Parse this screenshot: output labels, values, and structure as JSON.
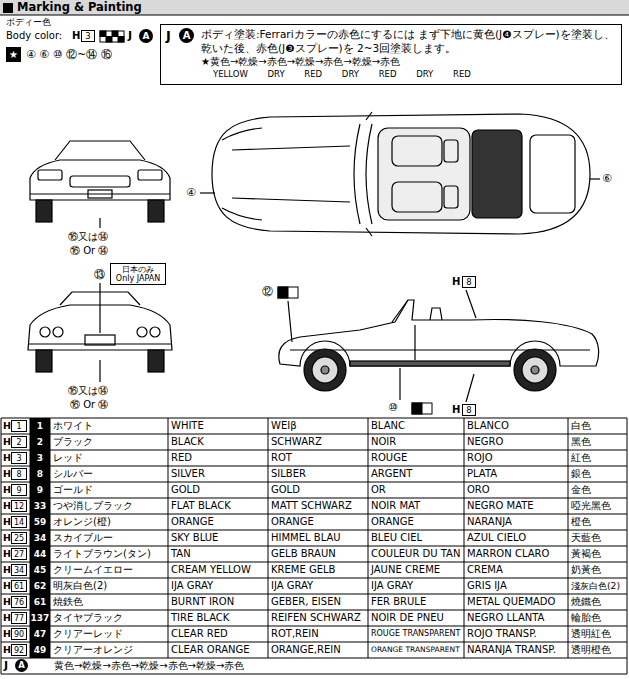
{
  "diagram": {
    "title": "Marking & Painting",
    "nodes": [
      {
        "text": [
          "J",
          "A",
          "ボディ塗装:Ferrariカラーの赤色にするには まず下地に黄色(J❹スプレー)を塗装し、乾いた後、赤色(J❸スプレー)を 2~3回塗装します。",
          "★黄色→乾燥→赤色→乾燥→赤色→乾燥→赤色",
          "YELLOW DRY RED DRY RED DRY RED"
        ]
      },
      {
        "text": [
          "日本のみ Only JAPAN"
        ]
      }
    ],
    "labels": [
      "ボディー色",
      "Body color:",
      "H",
      "3",
      "J",
      "A",
      "★",
      "④ ⑥ ⑩ ⑫~⑭ ⑯",
      "⑯又は⑭",
      "⑯ Or ⑭",
      "⑬",
      "⑯又は⑭",
      "⑯ Or ⑭",
      "④",
      "⑥",
      "⑫",
      "H",
      "8",
      "⑩",
      "H",
      "8",
      "H",
      "1",
      "1",
      "ホワイト",
      "WHITE",
      "WEIβ",
      "BLANC",
      "BLANCO",
      "白色",
      "H",
      "2",
      "2",
      "ブラック",
      "BLACK",
      "SCHWARZ",
      "NOIR",
      "NEGRO",
      "黑色",
      "H",
      "3",
      "3",
      "レッド",
      "RED",
      "ROT",
      "ROUGE",
      "ROJO",
      "紅色",
      "H",
      "8",
      "8",
      "シルバー",
      "SILVER",
      "SILBER",
      "ARGENT",
      "PLATA",
      "銀色",
      "H",
      "9",
      "9",
      "ゴールド",
      "GOLD",
      "GOLD",
      "OR",
      "ORO",
      "金色",
      "H",
      "12",
      "33",
      "つや消しブラック",
      "FLAT BLACK",
      "MATT SCHWARZ",
      "NOIR MAT",
      "NEGRO MATE",
      "啞光黑色",
      "H",
      "14",
      "59",
      "オレンジ(橙)",
      "ORANGE",
      "ORANGE",
      "ORANGE",
      "NARANJA",
      "橙色",
      "H",
      "25",
      "34",
      "スカイブルー",
      "SKY BLUE",
      "HIMMEL BLAU",
      "BLEU CIEL",
      "AZUL CIELO",
      "天藍色",
      "H",
      "27",
      "44",
      "ライトブラウン(タン)",
      "TAN",
      "GELB BRAUN",
      "COULEUR DU TAN",
      "MARRON CLARO",
      "黃褐色",
      "H",
      "34",
      "45",
      "クリームイエロー",
      "CREAM YELLOW",
      "KREME GELB",
      "JAUNE CREME",
      "CREMA",
      "奶黃色",
      "H",
      "61",
      "62",
      "明灰白色(2)",
      "IJA GRAY",
      "IJA GRAY",
      "IJA GRAY",
      "GRIS IJA",
      "淺灰白色(2)",
      "H",
      "76",
      "61",
      "焼鉄色",
      "BURNT IRON",
      "GEBER, EISEN",
      "FER BRULE",
      "METAL QUEMADO",
      "燒鐵色",
      "H",
      "77",
      "137",
      "タイヤブラック",
      "TIRE BLACK",
      "REIFEN SCHWARZ",
      "NOIR DE PNEU",
      "NEGRO LLANTA",
      "輪胎色",
      "H",
      "90",
      "47",
      "クリアーレッド",
      "CLEAR RED",
      "ROT,REIN",
      "ROUGE TRANSPARENT",
      "ROJO TRANSP.",
      "透明紅色",
      "H",
      "92",
      "49",
      "クリアーオレンジ",
      "CLEAR ORANGE",
      "ORANGE,REIN",
      "ORANGE TRANSPARENT",
      "NARANJA TRANSP.",
      "透明橙色",
      "J",
      "A",
      "黄色→乾燥→赤色→乾燥→赤色→乾燥→赤色"
    ]
  }
}
